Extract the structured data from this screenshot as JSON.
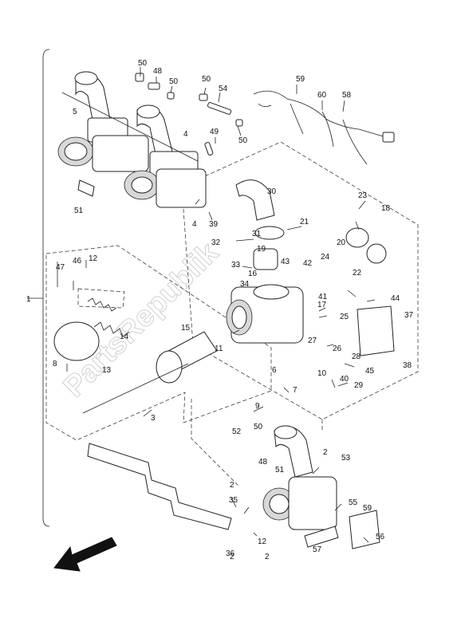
{
  "diagram": {
    "watermark": "PartsRepublik",
    "callouts": [
      "1",
      "2",
      "2",
      "2",
      "2",
      "3",
      "4",
      "4",
      "5",
      "6",
      "7",
      "8",
      "9",
      "10",
      "11",
      "12",
      "12",
      "13",
      "14",
      "15",
      "16",
      "17",
      "18",
      "19",
      "20",
      "21",
      "22",
      "23",
      "24",
      "25",
      "26",
      "27",
      "28",
      "29",
      "30",
      "31",
      "32",
      "33",
      "34",
      "35",
      "36",
      "37",
      "38",
      "39",
      "40",
      "41",
      "42",
      "43",
      "44",
      "45",
      "46",
      "47",
      "48",
      "48",
      "49",
      "50",
      "50",
      "50",
      "50",
      "50",
      "51",
      "51",
      "52",
      "53",
      "54",
      "55",
      "56",
      "57",
      "59",
      "59",
      "58",
      "60"
    ]
  }
}
